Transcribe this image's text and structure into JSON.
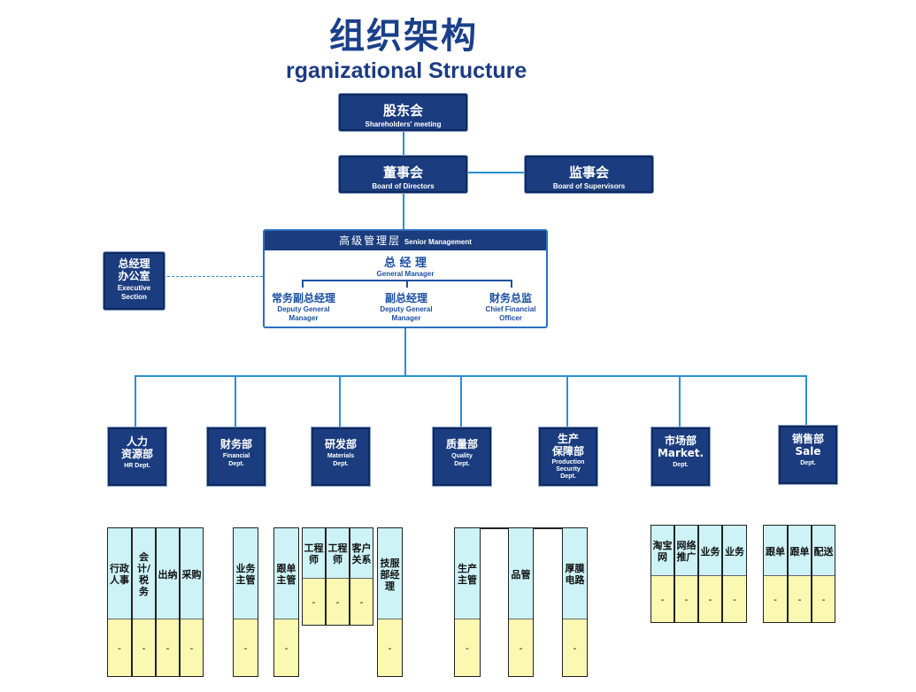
{
  "title": {
    "cn": "组织架构",
    "en": "rganizational Structure"
  },
  "shareholders": {
    "cn": "股东会",
    "en": "Shareholders' meeting"
  },
  "board": {
    "cn": "董事会",
    "en": "Board of Directors"
  },
  "supervisors": {
    "cn": "监事会",
    "en": "Board of Supervisors"
  },
  "senior": {
    "cn": "高级管理层",
    "en": "Senior Management",
    "gm": {
      "cn": "总 经 理",
      "en": "General Manager"
    },
    "deputy_exec": {
      "cn": "常务副总经理",
      "en1": "Deputy General",
      "en2": "Manager"
    },
    "deputy": {
      "cn": "副总经理",
      "en1": "Deputy General",
      "en2": "Manager"
    },
    "cfo": {
      "cn": "财务总监",
      "en1": "Chief Financial",
      "en2": "Officer"
    }
  },
  "exec_office": {
    "cn1": "总经理",
    "cn2": "办公室",
    "en1": "Executive",
    "en2": "Section"
  },
  "depts": [
    {
      "cn": "人力\n资源部",
      "en": "HR Dept."
    },
    {
      "cn": "财务部",
      "en": "Financial\nDept."
    },
    {
      "cn": "研发部",
      "en": "Materials\nDept."
    },
    {
      "cn": "质量部",
      "en": "Quality\nDept."
    },
    {
      "cn": "生产\n保障部",
      "en": "Production\nSecurity\nDept."
    },
    {
      "cn": "市场部\nMarket.",
      "en": "Dept."
    },
    {
      "cn": "销售部\nSale",
      "en": "Dept."
    }
  ],
  "subunits": {
    "hr": [
      "行政\n人事",
      "会\n计/\n税\n务",
      "出纳",
      "采购"
    ],
    "fin": [
      "业务\n主管",
      "跟单\n主管"
    ],
    "rd": [
      "工程\n师",
      "工程\n师",
      "客户\n关系"
    ],
    "rd2": "技服\n部经\n理",
    "quality": [
      "生产\n主管",
      "品管",
      "厚膜\n电路"
    ],
    "market": [
      "淘宝\n网",
      "网络\n推广",
      "业务",
      "业务"
    ],
    "sale": [
      "跟单",
      "跟单",
      "配送"
    ],
    "placeholder": "-"
  },
  "colors": {
    "navy": "#1b3d7f",
    "line": "#2b8fd1",
    "cyan": "#cdf3f7",
    "yellow": "#fbf8b1"
  }
}
